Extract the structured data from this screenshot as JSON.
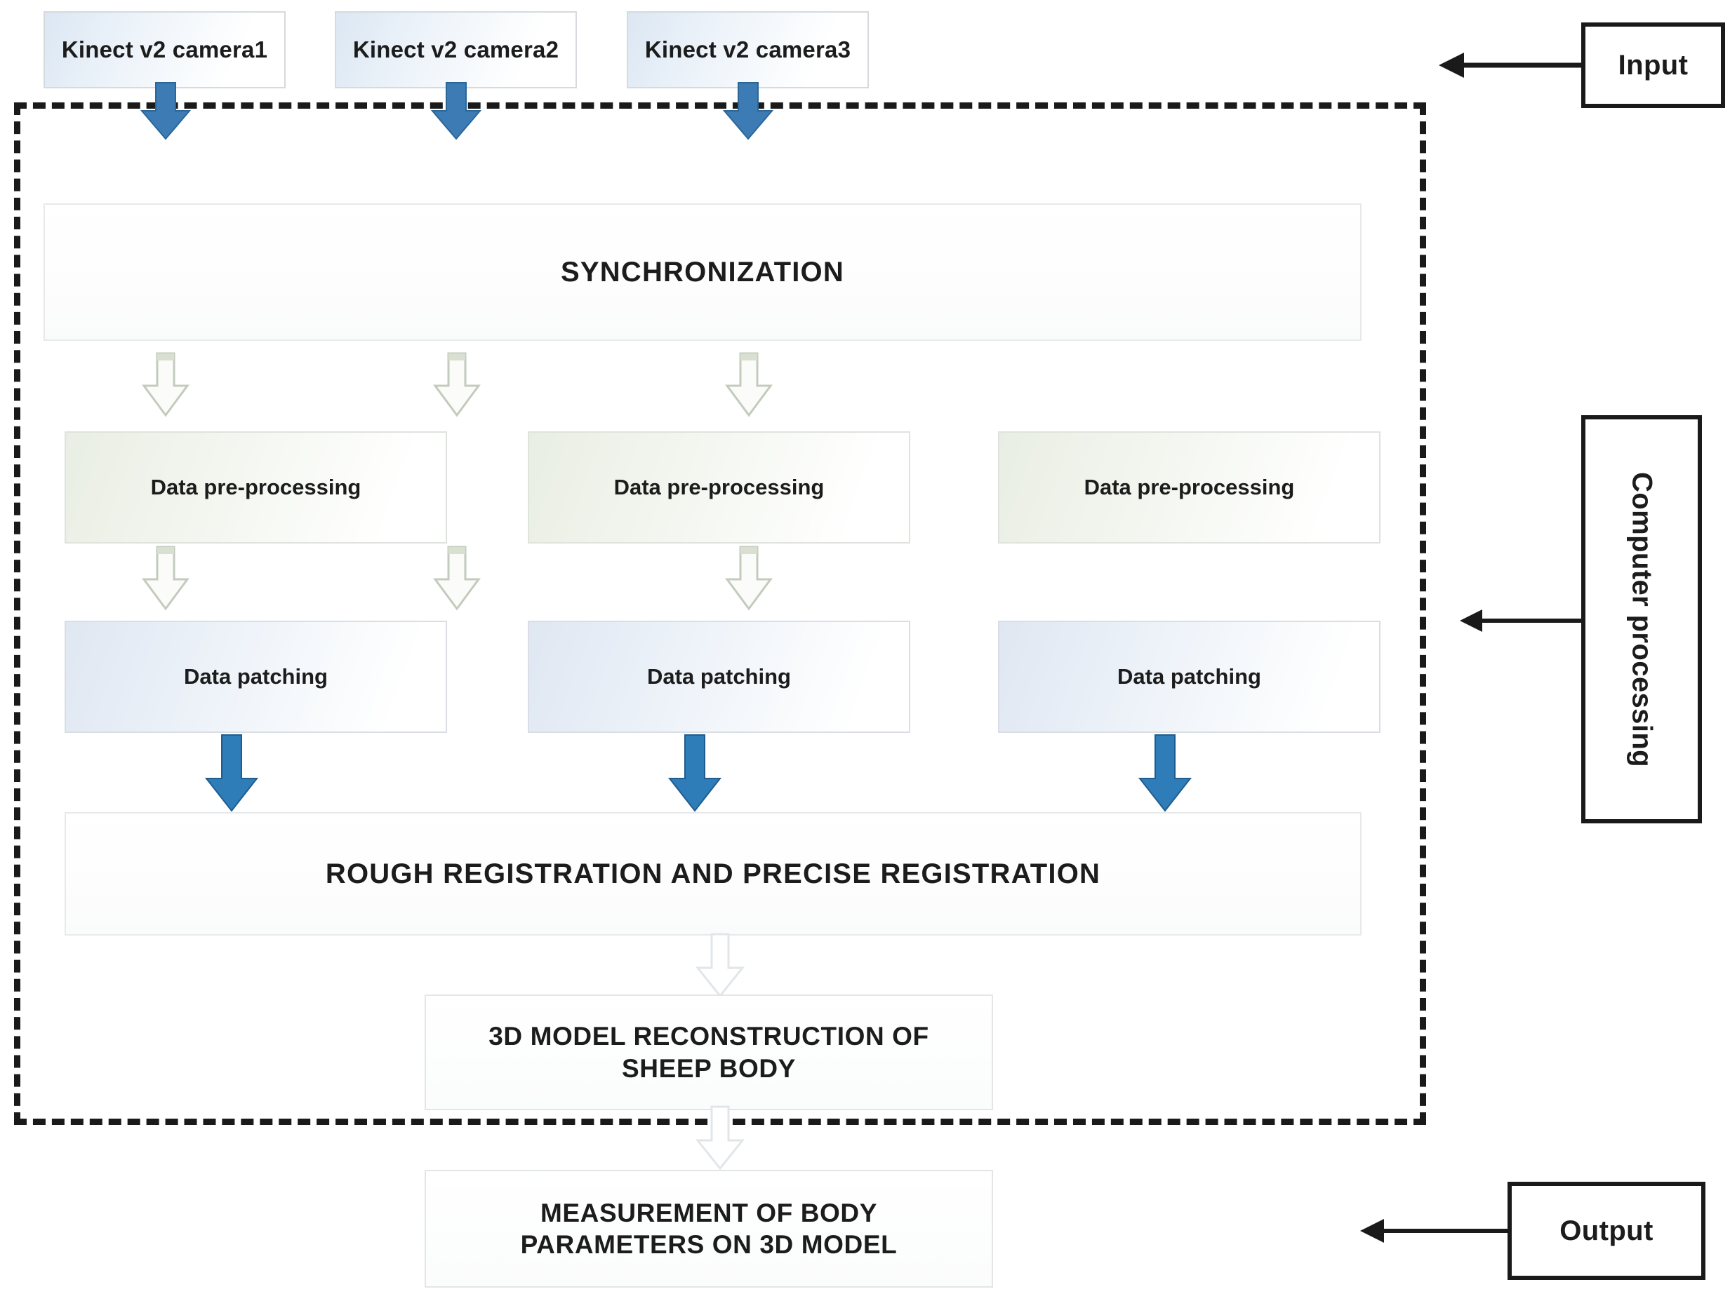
{
  "diagram": {
    "title": "3D reconstruction and body-parameter measurement pipeline",
    "colors": {
      "solid_arrow_blue": "#2E7CB8",
      "hollow_arrow_outline": "#c9cfc8",
      "dashed_border": "#1a1a1a",
      "side_label_border": "#1a1a1a",
      "text": "#1c1c1c"
    }
  },
  "inputs": [
    {
      "label": "Kinect v2 camera1"
    },
    {
      "label": "Kinect v2 camera2"
    },
    {
      "label": "Kinect v2 camera3"
    }
  ],
  "stages": {
    "synchronization": {
      "label": "SYNCHRONIZATION"
    },
    "preprocessing": [
      {
        "label": "Data pre-processing"
      },
      {
        "label": "Data pre-processing"
      },
      {
        "label": "Data pre-processing"
      }
    ],
    "patching": [
      {
        "label": "Data patching"
      },
      {
        "label": "Data patching"
      },
      {
        "label": "Data patching"
      }
    ],
    "registration": {
      "label": "ROUGH REGISTRATION AND PRECISE  REGISTRATION"
    },
    "reconstruction": {
      "line1": "3D MODEL RECONSTRUCTION OF",
      "line2": "SHEEP BODY"
    },
    "measurement": {
      "line1": "MEASUREMENT OF BODY",
      "line2": "PARAMETERS ON 3D MODEL"
    }
  },
  "side_labels": {
    "input": {
      "label": "Input"
    },
    "computer_processing": {
      "label": "Computer processing"
    },
    "output": {
      "label": "Output"
    }
  }
}
